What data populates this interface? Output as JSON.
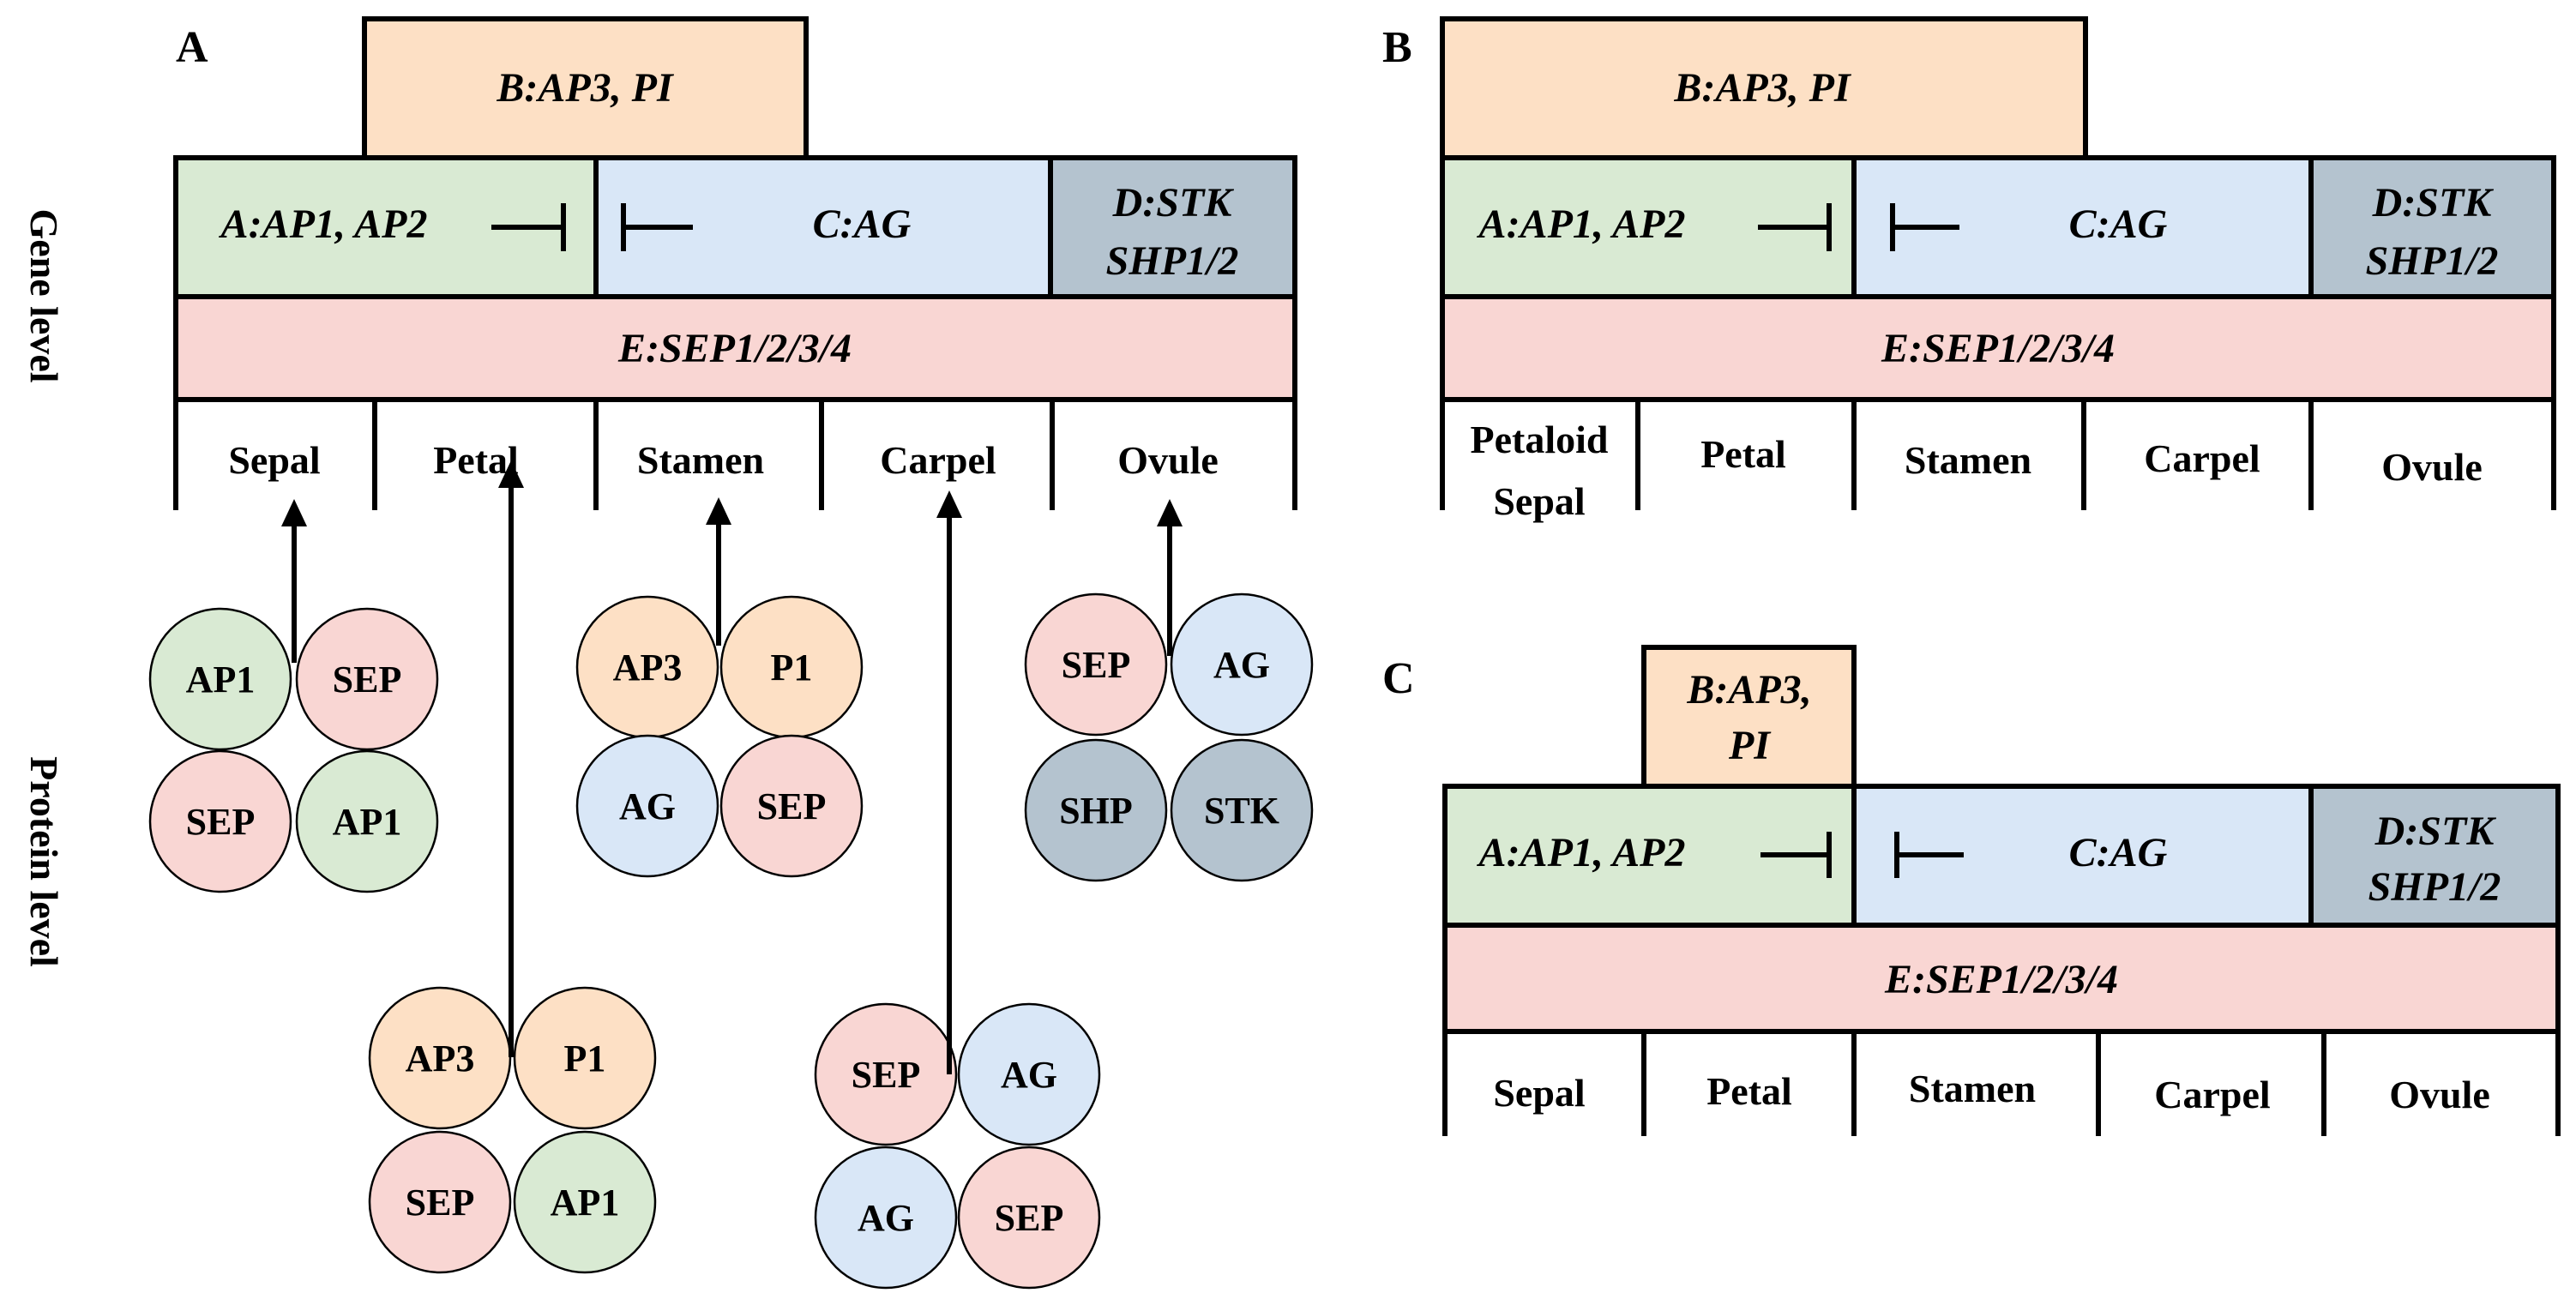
{
  "colors": {
    "A": "#d9ead3",
    "B": "#fde0c5",
    "C": "#d9e7f7",
    "D": "#b4c3cf",
    "E": "#f9d6d3"
  },
  "side_labels": {
    "gene": "Gene level",
    "protein": "Protein level"
  },
  "panels": {
    "A": {
      "letter": "A",
      "b_label": "B:AP3, PI",
      "a_label": "A:AP1, AP2",
      "c_label": "C:AG",
      "d_label_1": "D:STK",
      "d_label_2": "SHP1/2",
      "e_label": "E:SEP1/2/3/4",
      "organs": [
        "Sepal",
        "Petal",
        "Stamen",
        "Carpel",
        "Ovule"
      ],
      "complexes": [
        [
          "AP1",
          "SEP",
          "SEP",
          "AP1"
        ],
        [
          "AP3",
          "P1",
          "SEP",
          "AP1"
        ],
        [
          "AP3",
          "P1",
          "AG",
          "SEP"
        ],
        [
          "SEP",
          "AG",
          "AG",
          "SEP"
        ],
        [
          "SEP",
          "AG",
          "SHP",
          "STK"
        ]
      ],
      "complex_colors": [
        [
          "A",
          "E",
          "E",
          "A"
        ],
        [
          "B",
          "B",
          "E",
          "A"
        ],
        [
          "B",
          "B",
          "C",
          "E"
        ],
        [
          "E",
          "C",
          "C",
          "E"
        ],
        [
          "E",
          "C",
          "D",
          "D"
        ]
      ]
    },
    "B": {
      "letter": "B",
      "b_label": "B:AP3, PI",
      "a_label": "A:AP1, AP2",
      "c_label": "C:AG",
      "d_label_1": "D:STK",
      "d_label_2": "SHP1/2",
      "e_label": "E:SEP1/2/3/4",
      "organ_1_line1": "Petaloid",
      "organ_1_line2": "Sepal",
      "organs": [
        "Petal",
        "Stamen",
        "Carpel",
        "Ovule"
      ]
    },
    "C": {
      "letter": "C",
      "b_label_1": "B:AP3,",
      "b_label_2": "PI",
      "a_label": "A:AP1, AP2",
      "c_label": "C:AG",
      "d_label_1": "D:STK",
      "d_label_2": "SHP1/2",
      "e_label": "E:SEP1/2/3/4",
      "organs": [
        "Sepal",
        "Petal",
        "Stamen",
        "Carpel",
        "Ovule"
      ]
    }
  }
}
